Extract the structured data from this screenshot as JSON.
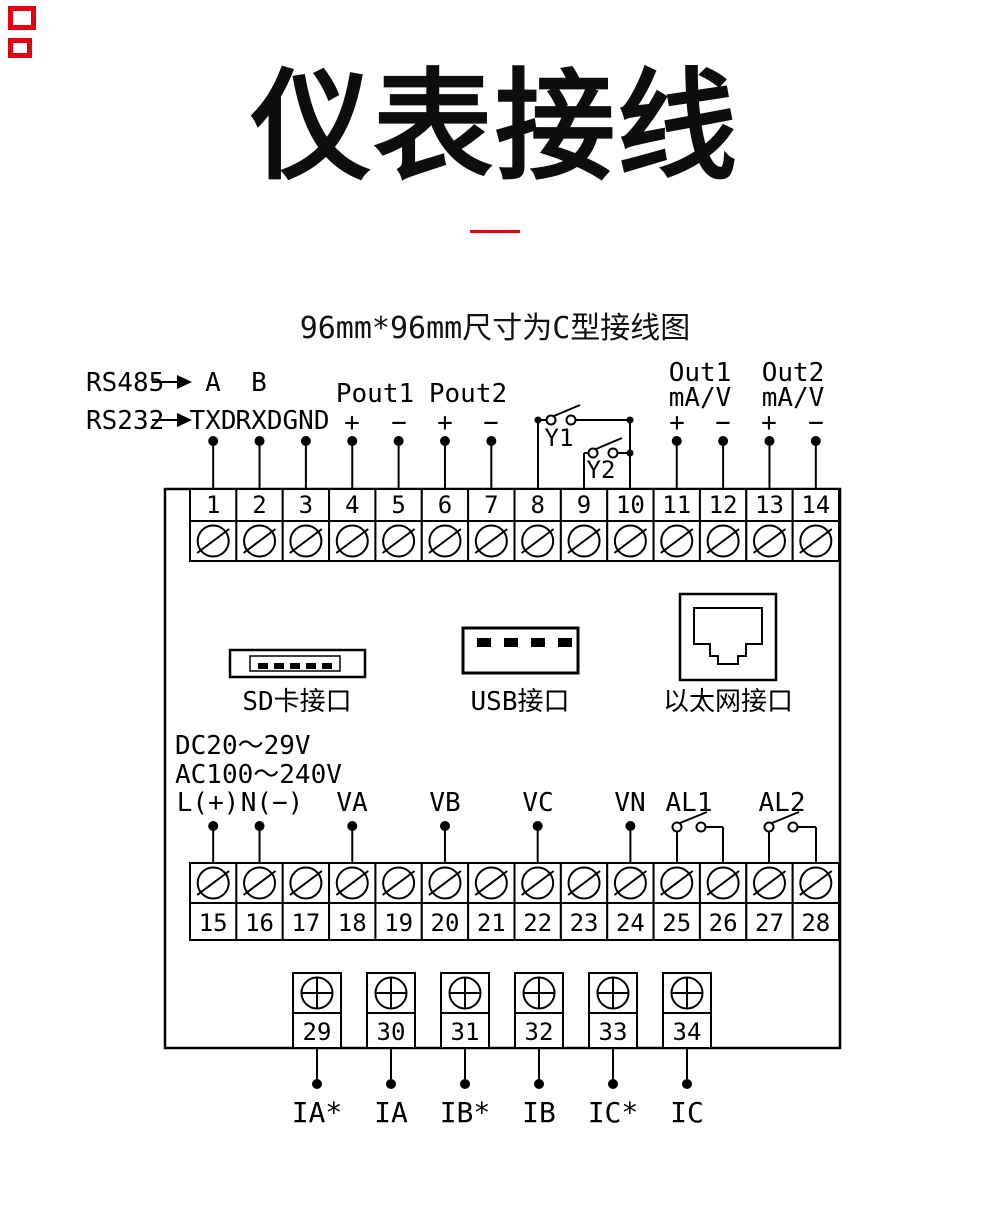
{
  "title": "仪表接线",
  "subtitle": "96mm*96mm尺寸为C型接线图",
  "top": {
    "rs485": "RS485",
    "rs232": "RS232",
    "a": "A",
    "b": "B",
    "txd": "TXD",
    "rxd": "RXD",
    "gnd": "GND",
    "pout1": "Pout1",
    "pout2": "Pout2",
    "plus": "+",
    "minus": "−",
    "y1": "Y1",
    "y2": "Y2",
    "out1": "Out1",
    "out2": "Out2",
    "mav": "mA/V"
  },
  "interfaces": {
    "sd": "SD卡接口",
    "usb": "USB接口",
    "ethernet": "以太网接口"
  },
  "power": {
    "dc": "DC20～29V",
    "ac": "AC100～240V",
    "l": "L(+)",
    "n": "N(−)"
  },
  "voltage_labels": {
    "va": "VA",
    "vb": "VB",
    "vc": "VC",
    "vn": "VN",
    "al1": "AL1",
    "al2": "AL2"
  },
  "terminals": {
    "row1": [
      "1",
      "2",
      "3",
      "4",
      "5",
      "6",
      "7",
      "8",
      "9",
      "10",
      "11",
      "12",
      "13",
      "14"
    ],
    "row2": [
      "15",
      "16",
      "17",
      "18",
      "19",
      "20",
      "21",
      "22",
      "23",
      "24",
      "25",
      "26",
      "27",
      "28"
    ],
    "row3": [
      "29",
      "30",
      "31",
      "32",
      "33",
      "34"
    ]
  },
  "current_labels": [
    "IA*",
    "IA",
    "IB*",
    "IB",
    "IC*",
    "IC"
  ],
  "colors": {
    "accent": "#e60012",
    "ink": "#000000"
  }
}
